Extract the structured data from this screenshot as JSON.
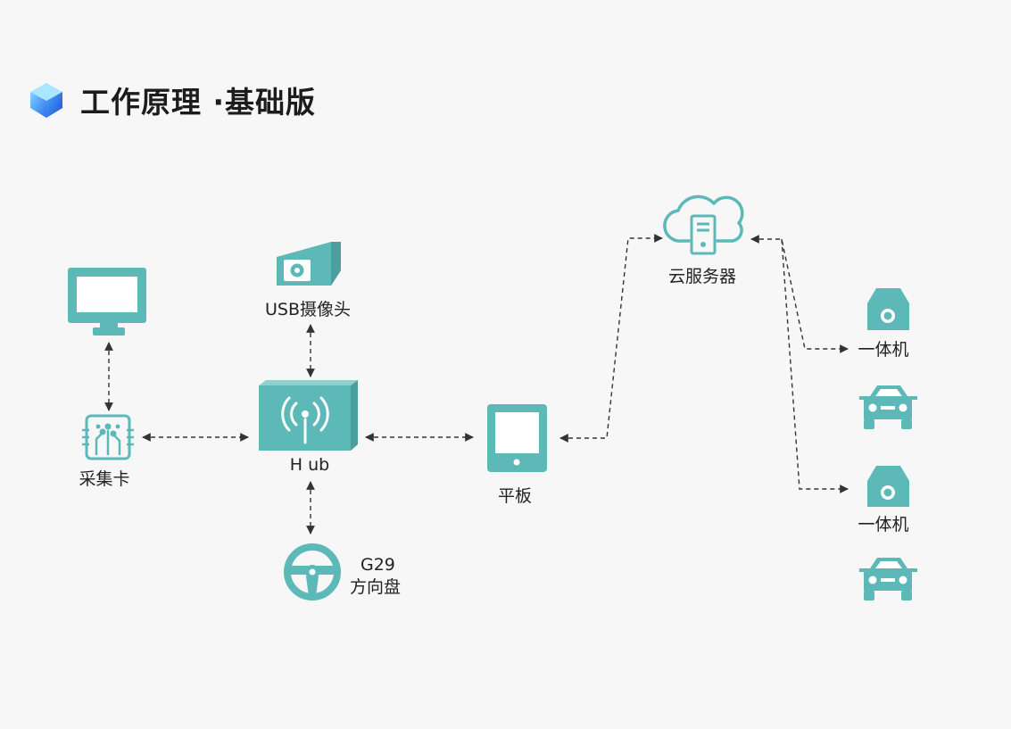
{
  "header": {
    "title": "工作原理 ·基础版"
  },
  "nodes": {
    "usb_camera": "USB摄像头",
    "hub": "H ub",
    "capture_card": "采集卡",
    "steering_wheel_model": "G29",
    "steering_wheel": "方向盘",
    "tablet": "平板",
    "cloud_server": "云服务器",
    "all_in_one_1": "一体机",
    "all_in_one_2": "一体机"
  },
  "icons": {
    "logo": "cube-logo-icon",
    "monitor": "monitor-icon",
    "camera": "usb-camera-icon",
    "hub": "hub-antenna-icon",
    "capture_card": "circuit-card-icon",
    "steering_wheel": "steering-wheel-icon",
    "tablet": "tablet-icon",
    "cloud_server": "cloud-server-icon",
    "all_in_one": "all-in-one-camera-icon",
    "car": "car-icon"
  },
  "colors": {
    "accent": "#5db8b8",
    "line": "#333333",
    "background": "#f7f7f7"
  }
}
